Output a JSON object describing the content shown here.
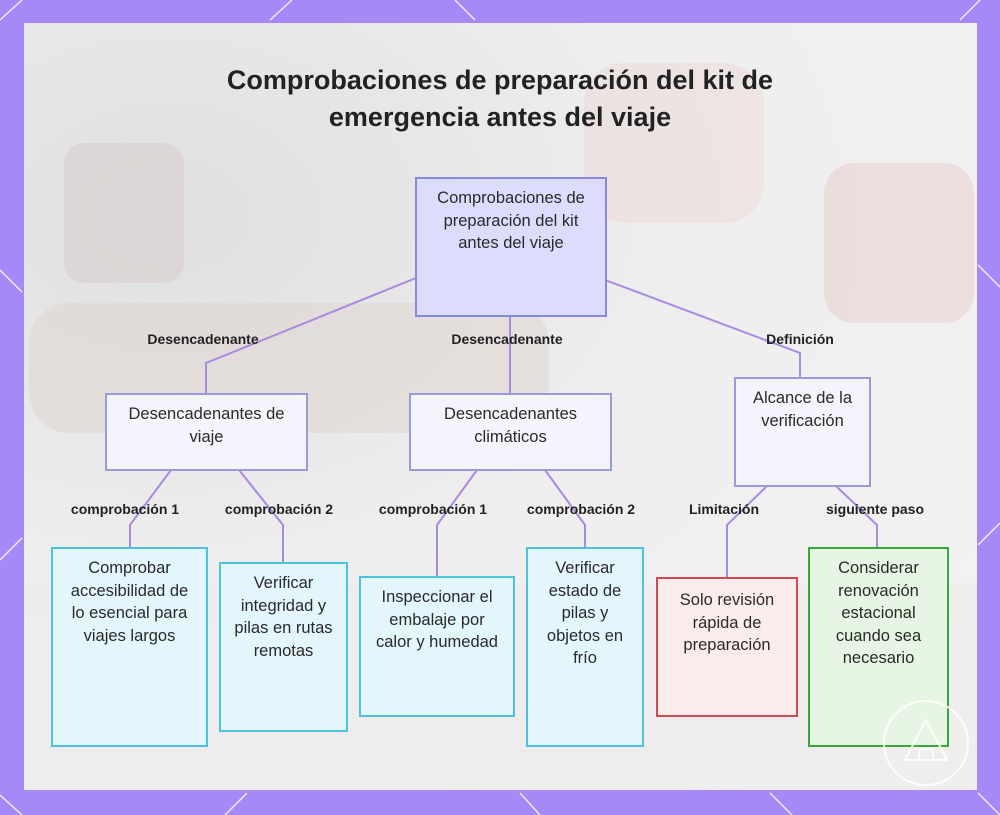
{
  "title": "Comprobaciones de preparación del kit de emergencia antes del viaje",
  "colors": {
    "frame": "#a58af7",
    "root_fill": "#dcdcfc",
    "root_border": "#8888dd",
    "mid_fill": "#f4f4fd",
    "connector": "#a88ae0",
    "leaf_border": "#4cc3dc",
    "limit_border": "#d04a55",
    "next_border": "#38a838"
  },
  "nodes": {
    "root": "Comprobaciones de preparación del kit antes del viaje",
    "travel": "Desencadenantes de viaje",
    "climate": "Desencadenantes climáticos",
    "scope": "Alcance de la verificación",
    "travel_check1": "Comprobar accesibilidad de lo esencial para viajes largos",
    "travel_check2": "Verificar integridad y pilas en rutas remotas",
    "climate_check1": "Inspeccionar el embalaje por calor y humedad",
    "climate_check2": "Verificar estado de pilas y objetos en frío",
    "limitation": "Solo revisión rápida de preparación",
    "next_step": "Considerar renovación estacional cuando sea necesario"
  },
  "edge_labels": {
    "root_travel": "Desencadenante",
    "root_climate": "Desencadenante",
    "root_scope": "Definición",
    "travel_c1": "comprobación 1",
    "travel_c2": "comprobación 2",
    "climate_c1": "comprobación 1",
    "climate_c2": "comprobación 2",
    "scope_limit": "Limitación",
    "scope_next": "siguiente paso"
  }
}
